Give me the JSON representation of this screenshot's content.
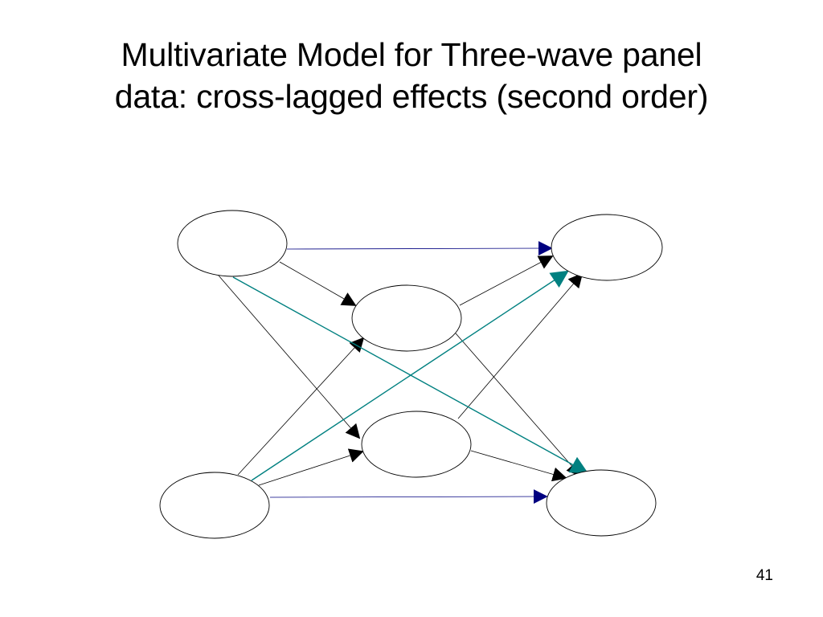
{
  "slide": {
    "title_line1": "Multivariate Model for Three-wave panel",
    "title_line2": "data: cross-lagged effects (second order)",
    "page_number": "41"
  },
  "diagram": {
    "colors": {
      "default_arrow": "#000000",
      "stability_arrow": "#000080",
      "second_order_cross_lag": "#008080",
      "node_fill": "#ffffff",
      "node_stroke": "#000000"
    },
    "nodes": [
      {
        "id": "x1",
        "role": "wave1-top"
      },
      {
        "id": "y1",
        "role": "wave1-bottom"
      },
      {
        "id": "x2",
        "role": "wave2-top"
      },
      {
        "id": "y2",
        "role": "wave2-bottom"
      },
      {
        "id": "x3",
        "role": "wave3-top"
      },
      {
        "id": "y3",
        "role": "wave3-bottom"
      }
    ],
    "edges": [
      {
        "from": "x1",
        "to": "x3",
        "kind": "stability"
      },
      {
        "from": "y1",
        "to": "y3",
        "kind": "stability"
      },
      {
        "from": "x1",
        "to": "x2",
        "kind": "default"
      },
      {
        "from": "x1",
        "to": "y2",
        "kind": "default"
      },
      {
        "from": "y1",
        "to": "x2",
        "kind": "default"
      },
      {
        "from": "y1",
        "to": "y2",
        "kind": "default"
      },
      {
        "from": "x2",
        "to": "x3",
        "kind": "default"
      },
      {
        "from": "x2",
        "to": "y3",
        "kind": "default"
      },
      {
        "from": "y2",
        "to": "x3",
        "kind": "default"
      },
      {
        "from": "y2",
        "to": "y3",
        "kind": "default"
      },
      {
        "from": "x1",
        "to": "y3",
        "kind": "second_order_cross_lag"
      },
      {
        "from": "y1",
        "to": "x3",
        "kind": "second_order_cross_lag"
      }
    ]
  }
}
